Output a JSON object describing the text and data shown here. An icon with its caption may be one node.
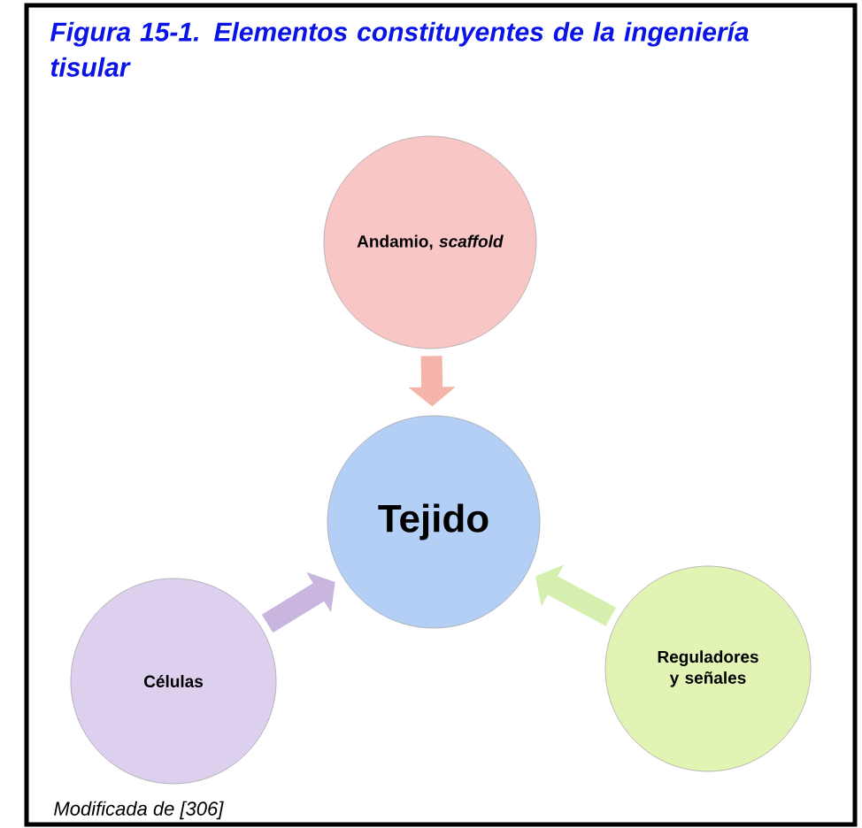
{
  "diagram": {
    "title": "Figura 15-1. Elementos constituyentes de la ingeniería tisular",
    "caption": "Modificada de [306]",
    "nodes": [
      {
        "text": [
          "Andamio, *scaffold*"
        ]
      },
      {
        "text": [
          "Tejido"
        ]
      },
      {
        "text": [
          "Células"
        ]
      },
      {
        "text": [
          "Reguladores y señales"
        ]
      }
    ],
    "edges": [
      {
        "from": 0,
        "to": 1,
        "arrow": "to",
        "color": "#f4b4aa"
      },
      {
        "from": 2,
        "to": 1,
        "arrow": "to",
        "color": "#c9b6df"
      },
      {
        "from": 3,
        "to": 1,
        "arrow": "to",
        "color": "#d6eeae"
      }
    ]
  }
}
